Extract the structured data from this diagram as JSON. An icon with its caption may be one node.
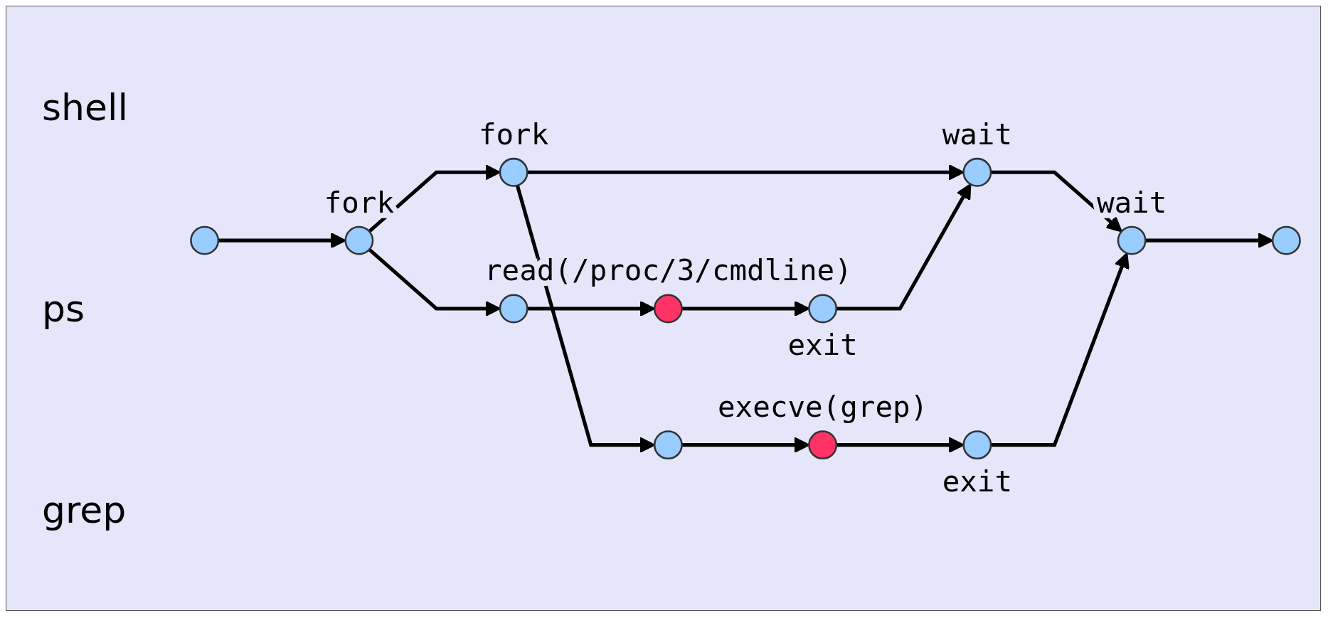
{
  "diagram": {
    "nodes": [
      {
        "text": [],
        "shape": "circle"
      },
      {
        "text": [],
        "shape": "circle",
        "beside": [
          "fork"
        ]
      },
      {
        "text": [],
        "shape": "circle",
        "beside": [
          "fork"
        ]
      },
      {
        "text": [],
        "shape": "circle",
        "beside": [
          "wait"
        ]
      },
      {
        "text": [],
        "shape": "circle",
        "beside": [
          "wait"
        ]
      },
      {
        "text": [],
        "shape": "circle"
      },
      {
        "text": [],
        "shape": "circle"
      },
      {
        "text": [],
        "shape": "circle",
        "beside": [
          "read(/proc/3/cmdline)"
        ]
      },
      {
        "text": [],
        "shape": "circle",
        "beside": [
          "exit"
        ]
      },
      {
        "text": [],
        "shape": "circle"
      },
      {
        "text": [],
        "shape": "circle",
        "beside": [
          "execve(grep)"
        ]
      },
      {
        "text": [],
        "shape": "circle",
        "beside": [
          "exit"
        ]
      }
    ],
    "edges": [
      {
        "from": 0,
        "to": 1,
        "arrow": "to"
      },
      {
        "from": 1,
        "to": 2,
        "arrow": "to"
      },
      {
        "from": 2,
        "to": 3,
        "arrow": "to"
      },
      {
        "from": 3,
        "to": 4,
        "arrow": "to"
      },
      {
        "from": 4,
        "to": 5,
        "arrow": "to"
      },
      {
        "from": 1,
        "to": 6,
        "arrow": "to"
      },
      {
        "from": 6,
        "to": 7,
        "arrow": "to"
      },
      {
        "from": 7,
        "to": 8,
        "arrow": "to"
      },
      {
        "from": 8,
        "to": 3,
        "arrow": "to"
      },
      {
        "from": 2,
        "to": 9,
        "arrow": "to"
      },
      {
        "from": 9,
        "to": 10,
        "arrow": "to"
      },
      {
        "from": 10,
        "to": 11,
        "arrow": "to"
      },
      {
        "from": 11,
        "to": 4,
        "arrow": "to"
      }
    ],
    "labels": [
      "shell",
      "ps",
      "grep"
    ]
  }
}
